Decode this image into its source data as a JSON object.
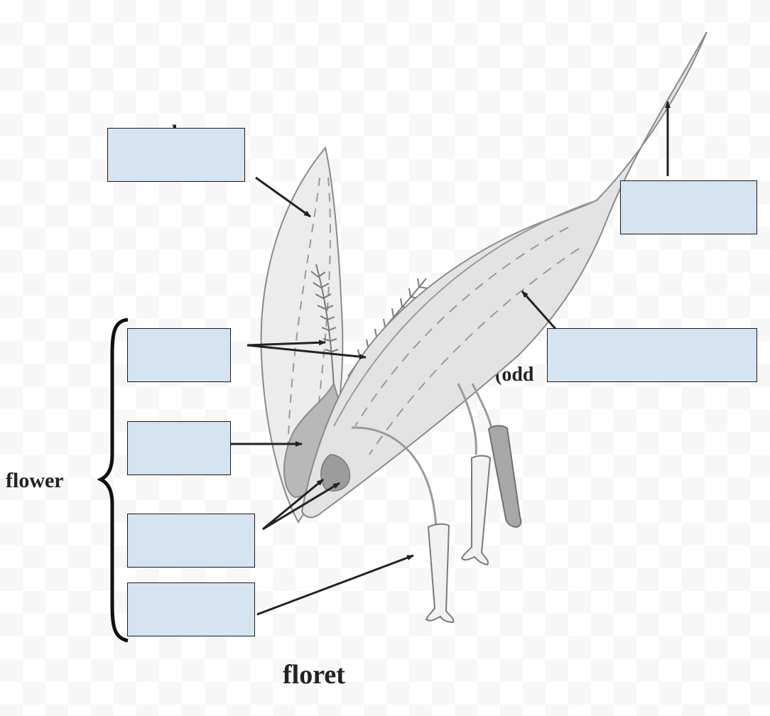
{
  "labels": {
    "flower": "flower",
    "floret": "floret",
    "partial_top_left": "palea",
    "partial_right": "(odd"
  },
  "answer_boxes": [
    {
      "id": "palea",
      "value": ""
    },
    {
      "id": "awn",
      "value": ""
    },
    {
      "id": "stigmas",
      "value": ""
    },
    {
      "id": "lemma",
      "value": ""
    },
    {
      "id": "ovary",
      "value": ""
    },
    {
      "id": "lodicules",
      "value": ""
    },
    {
      "id": "stamens",
      "value": ""
    }
  ],
  "colors": {
    "box_fill": "#d6e3f0",
    "box_border": "#1a1a1a",
    "plant_fill": "#e9e9e9",
    "plant_dark": "#b9b9b9",
    "ink": "#222222"
  }
}
